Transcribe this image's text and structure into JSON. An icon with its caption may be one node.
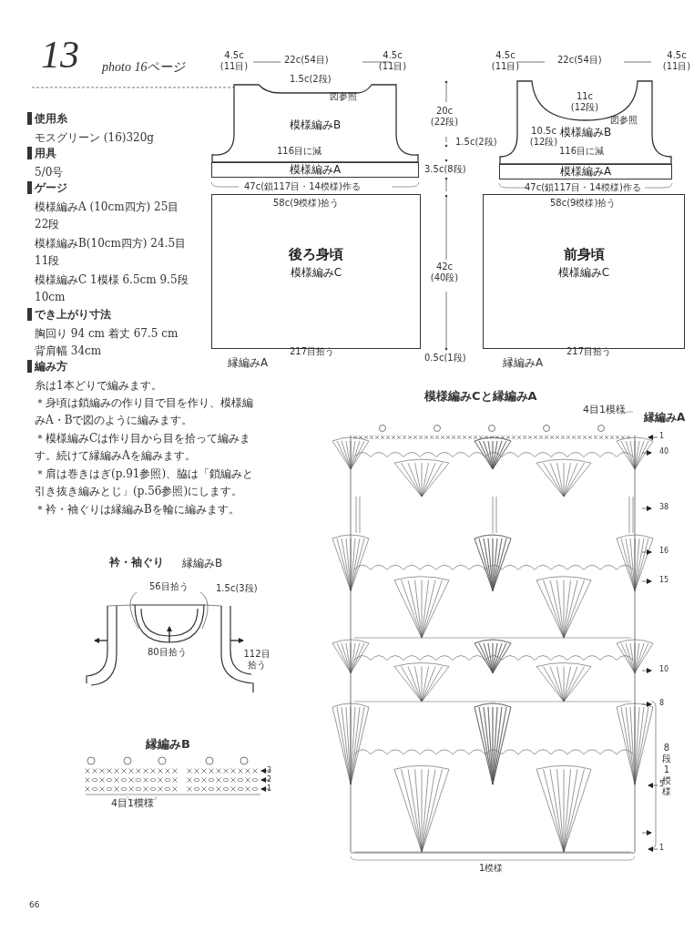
{
  "diagram": {
    "nodes": [
      {
        "text": [
          "模様編みB"
        ]
      },
      {
        "text": [
          "模様編みA"
        ]
      },
      {
        "text": [
          "後ろ身頃",
          "模様編みC"
        ]
      },
      {
        "text": [
          "模様編みB"
        ]
      },
      {
        "text": [
          "模様編みA"
        ]
      },
      {
        "text": [
          "前身頃",
          "模様編みC"
        ]
      }
    ],
    "labels": [
      "13",
      "photo 16ページ",
      "使用糸",
      "モスグリーン (16)320g",
      "用具",
      "5/0号",
      "ゲージ",
      "模様編みA (10cm四方) 25目 22段",
      "模様編みB(10cm四方) 24.5目 11段",
      "模様編みC 1模様 6.5cm 9.5段 10cm",
      "でき上がり寸法",
      "胸回り 94 cm 着丈 67.5 cm",
      "背肩幅 34cm",
      "編み方",
      "糸は1本どりで編みます。",
      "＊身頃は鎖編みの作り目で目を作り、模様編みA・Bで図のように編みます。",
      "＊模様編みCは作り目から目を拾って編みます。続けて縁編みAを編みます。",
      "＊肩は巻きはぎ(p.91参照)、脇は「鎖編みと引き抜き編みとじ」(p.56参照)にします。",
      "＊衿・袖ぐりは縁編みBを輪に編みます。",
      "4.5c (11目)",
      "22c(54目)",
      "4.5c (11目)",
      "1.5c(2段)",
      "図参照",
      "116目に減",
      "47c(鎖117目・14模様)作る",
      "58c(9模様)拾う",
      "217目拾う",
      "縁編みA",
      "20c (22段)",
      "1.5c(2段)",
      "3.5c(8段)",
      "42c (40段)",
      "0.5c(1段)",
      "4.5c (11目)",
      "22c(54目)",
      "4.5c (11目)",
      "11c (12段)",
      "図参照",
      "10.5c (12段)",
      "116目に減",
      "47c(鎖117目・14模様)作る",
      "58c(9模様)拾う",
      "217目拾う",
      "縁編みA",
      "衿・袖ぐり",
      "縁編みB",
      "56目拾う",
      "1.5c(3段)",
      "80目拾う",
      "112目拾う",
      "縁編みB",
      "3",
      "2",
      "1",
      "4目1模様",
      "模様編みCと縁編みA",
      "4目1模様",
      "縁編みA",
      "1",
      "40",
      "38",
      "16",
      "15",
      "10",
      "8",
      "5",
      "1",
      "8段1模様",
      "1模様",
      "66"
    ]
  }
}
